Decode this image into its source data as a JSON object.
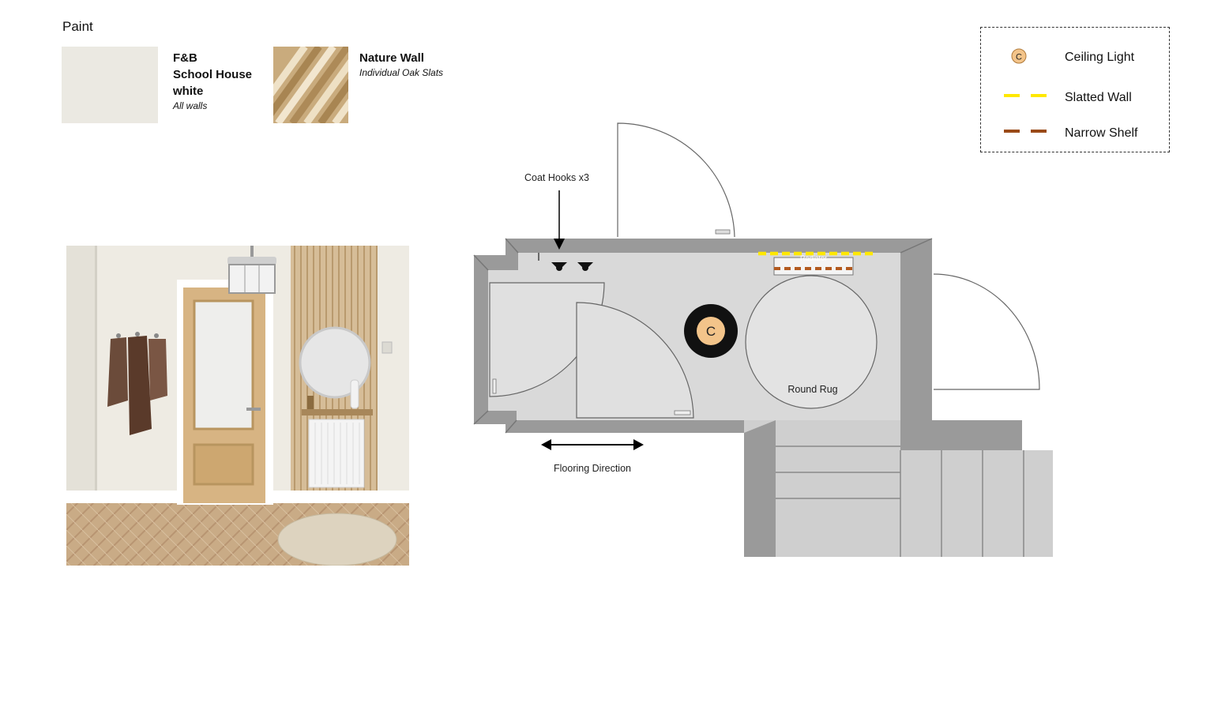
{
  "paint": {
    "heading": "Paint",
    "swatches": [
      {
        "title_lines": [
          "F&B",
          "School House",
          "white"
        ],
        "subtitle": "All walls",
        "color": "#ebe9e2"
      },
      {
        "title_lines": [
          "Nature Wall"
        ],
        "subtitle": "Individual Oak Slats",
        "color": "#c9ab7d"
      }
    ]
  },
  "legend": {
    "items": [
      {
        "label": "Ceiling Light",
        "symbol": "C",
        "color": "#f3c48a"
      },
      {
        "label": "Slatted Wall",
        "color": "#ffe800"
      },
      {
        "label": "Narrow Shelf",
        "color": "#9a4a18"
      }
    ]
  },
  "plan": {
    "coat_hooks_label": "Coat Hooks x3",
    "rug_label": "Round Rug",
    "flooring_label": "Flooring Direction",
    "radiator_label": "Radiator",
    "light_symbol": "C"
  }
}
